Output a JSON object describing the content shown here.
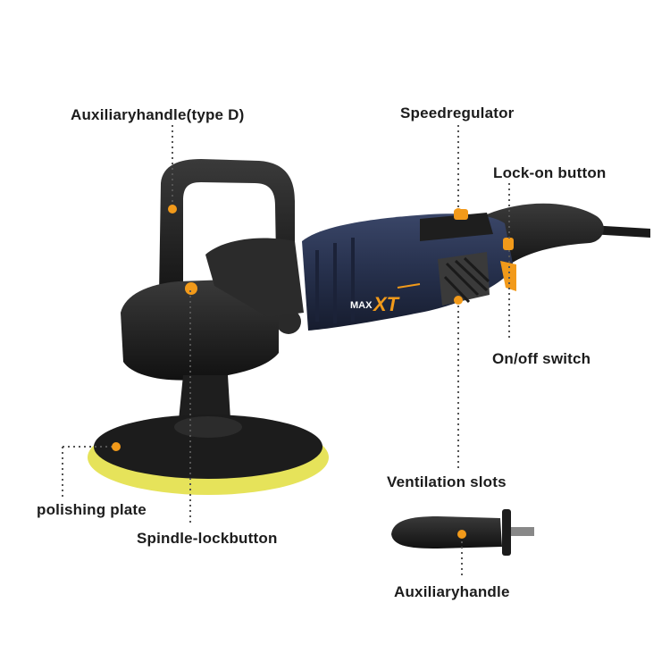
{
  "labels": {
    "aux_handle_d": "Auxiliaryhandle(type D)",
    "speed_regulator": "Speedregulator",
    "lock_on_button": "Lock-on button",
    "on_off_switch": "On/off switch",
    "ventilation_slots": "Ventilation slots",
    "polishing_plate": "polishing plate",
    "spindle_lock": "Spindle-lockbutton",
    "aux_handle": "Auxiliaryhandle"
  },
  "brand": {
    "prefix": "MAX",
    "suffix": "XT"
  },
  "colors": {
    "body": "#2a3350",
    "black": "#1e1e1e",
    "accent": "#f29a1a",
    "pad": "#e6e35a",
    "leader": "#555555"
  }
}
